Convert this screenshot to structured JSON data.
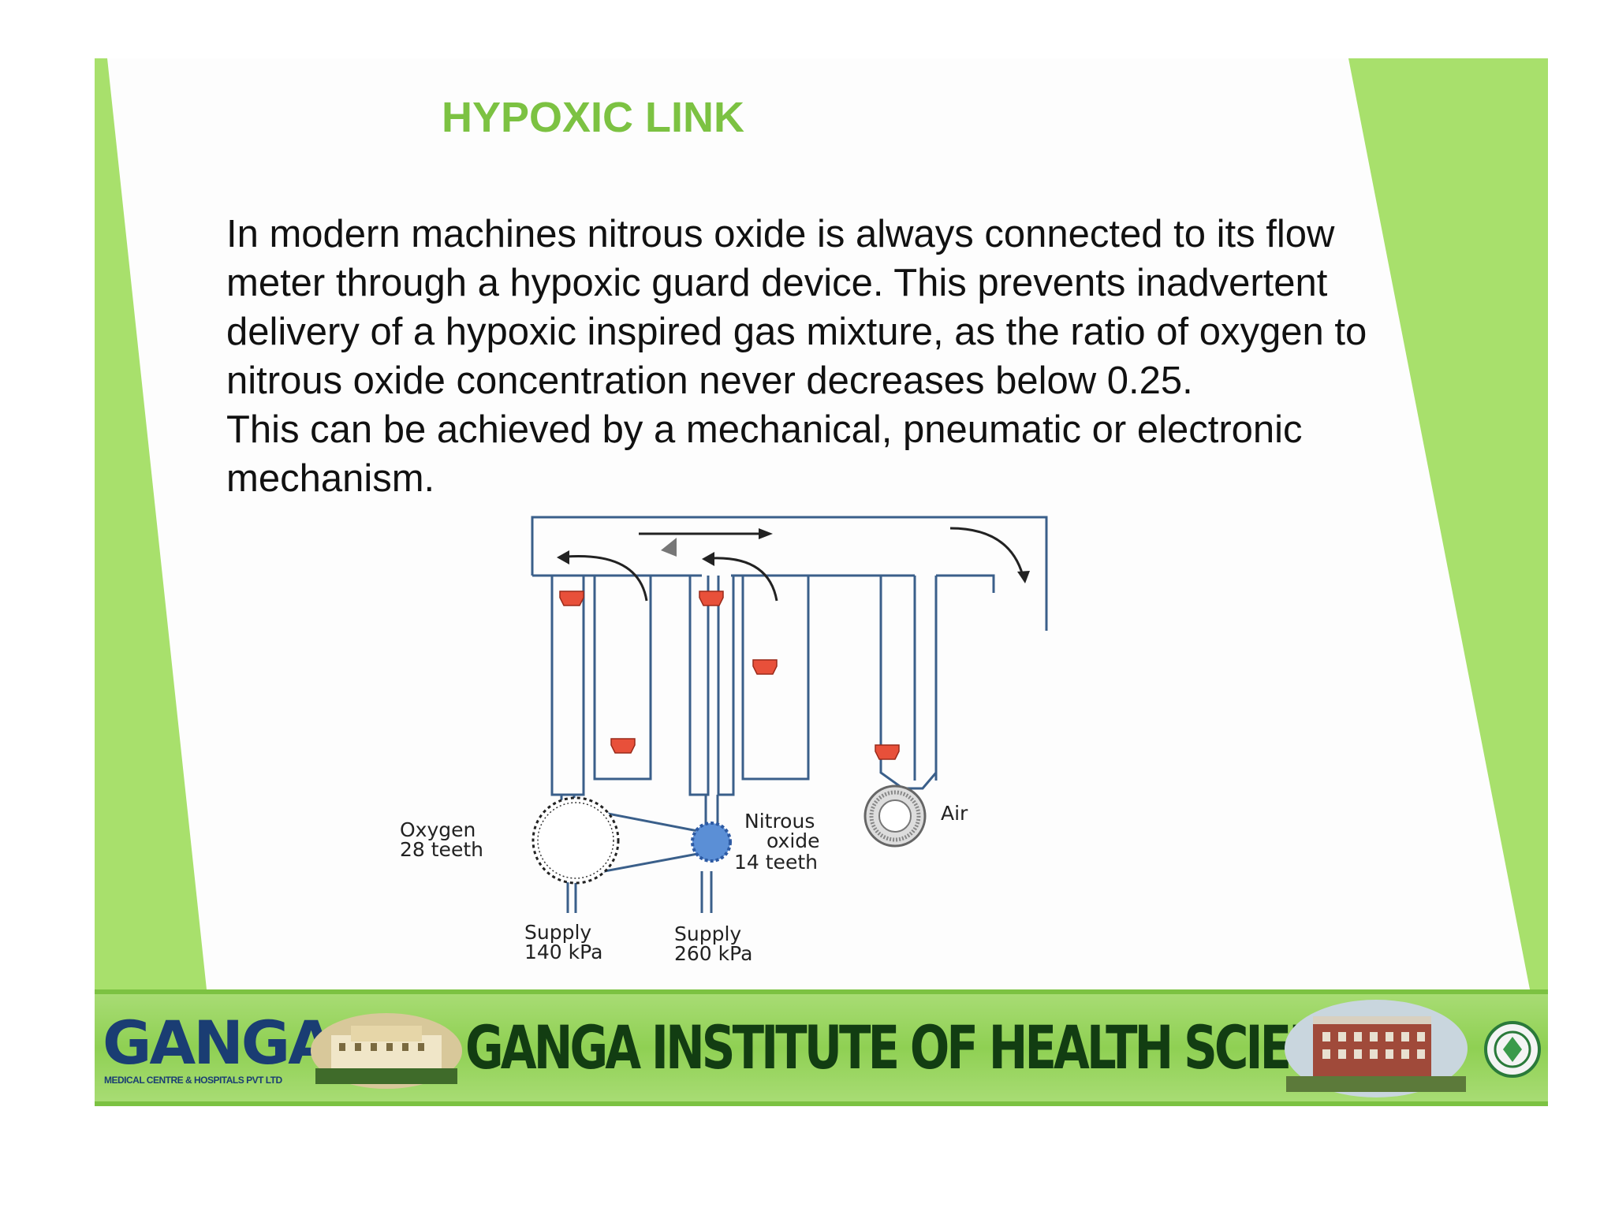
{
  "slide": {
    "title": "HYPOXIC LINK",
    "paragraph1": "In modern machines nitrous oxide is always connected to its flow meter through a hypoxic guard device. This prevents inadvertent delivery of a hypoxic inspired gas mixture, as the ratio of oxygen to nitrous oxide concentration never decreases below 0.25.",
    "paragraph2": "This can be achieved by a mechanical, pneumatic or electronic mechanism."
  },
  "diagram": {
    "oxygen_label_1": "Oxygen",
    "oxygen_label_2": "28 teeth",
    "nitrous_label_1": "Nitrous",
    "nitrous_label_2": "oxide",
    "nitrous_label_3": "14 teeth",
    "air_label": "Air",
    "supply_o2_1": "Supply",
    "supply_o2_2": "140 kPa",
    "supply_n2o_1": "Supply",
    "supply_n2o_2": "260 kPa"
  },
  "footer": {
    "logo_word": "GANGA",
    "logo_sub": "MEDICAL CENTRE & HOSPITALS PVT LTD",
    "institute_name": "GANGA INSTITUTE OF HEALTH SCIENCES"
  },
  "colors": {
    "accent_green": "#7cc242",
    "band_green": "#a8e06c",
    "title_green": "#7cc242",
    "float_red": "#e8503a",
    "tube_blue": "#3a5f8a",
    "gear_blue": "#5b8fd6"
  }
}
